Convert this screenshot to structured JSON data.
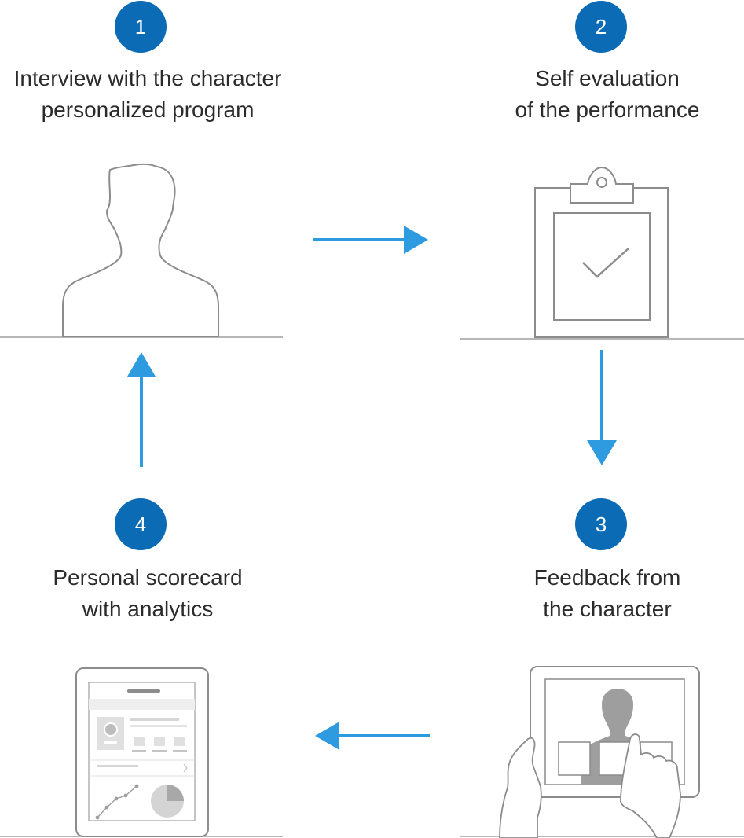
{
  "accent_color": "#0b6bb5",
  "arrow_color": "#2e9be0",
  "line_color": "#8c8c8c",
  "steps": [
    {
      "number": "1",
      "title_line1": "Interview with the character",
      "title_line2": "personalized program",
      "icon": "person-silhouette-icon"
    },
    {
      "number": "2",
      "title_line1": "Self evaluation",
      "title_line2": "of the performance",
      "icon": "clipboard-check-icon"
    },
    {
      "number": "3",
      "title_line1": "Feedback from",
      "title_line2": "the character",
      "icon": "tablet-video-icon"
    },
    {
      "number": "4",
      "title_line1": "Personal scorecard",
      "title_line2": "with analytics",
      "icon": "tablet-scorecard-icon"
    }
  ]
}
